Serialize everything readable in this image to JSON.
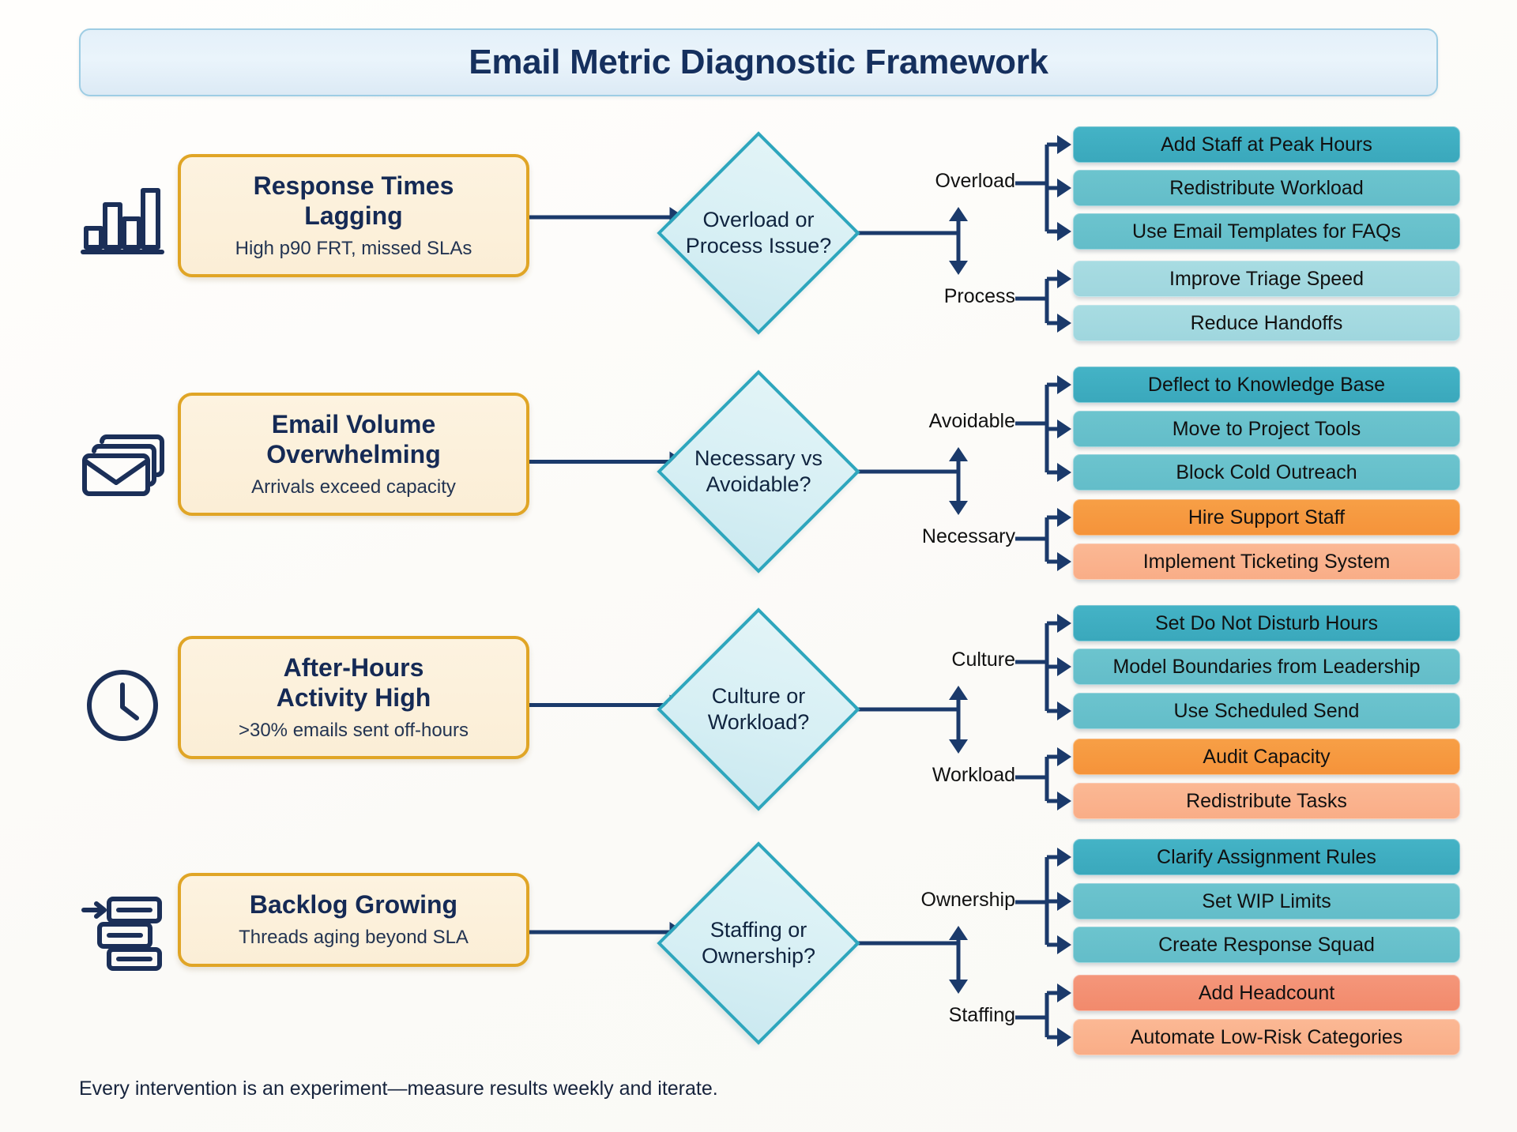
{
  "header": {
    "title": "Email Metric Diagnostic Framework"
  },
  "footer": {
    "note": "Every intervention is an experiment—measure results weekly and iterate."
  },
  "colors": {
    "title_bg": "#e4f0f9",
    "title_border": "#9ecde4",
    "title_text": "#15305e",
    "problem_bg": "#fdf3e0",
    "problem_border": "#e0a526",
    "problem_text": "#152a55",
    "diamond_bg": "#d6eff4",
    "diamond_border": "#2ea6bd",
    "connector": "#1b3a6b",
    "teal_dark": "#3aa8bc",
    "teal_mid": "#63bdc9",
    "teal_light": "#a8dce2",
    "orange_dark": "#f5933a",
    "orange_light": "#f9ad87",
    "orange_red": "#f28a6c",
    "icon_stroke": "#1b2f58"
  },
  "rows": [
    {
      "icon": "bar-chart-icon",
      "problem": {
        "title": "Response Times Lagging",
        "title_lines": [
          "Response Times",
          "Lagging"
        ],
        "subtitle": "High p90 FRT, missed SLAs"
      },
      "decision": {
        "text": "Overload or Process Issue?",
        "lines": [
          "Overload or",
          "Process Issue?"
        ]
      },
      "branches": [
        {
          "label": "Overload",
          "actions": [
            {
              "text": "Add Staff at Peak Hours",
              "color": "teal-dark"
            },
            {
              "text": "Redistribute Workload",
              "color": "teal-mid"
            },
            {
              "text": "Use Email Templates for FAQs",
              "color": "teal-mid"
            }
          ]
        },
        {
          "label": "Process",
          "actions": [
            {
              "text": "Improve Triage Speed",
              "color": "teal-light"
            },
            {
              "text": "Reduce Handoffs",
              "color": "teal-light"
            }
          ]
        }
      ]
    },
    {
      "icon": "stacked-envelopes-icon",
      "problem": {
        "title": "Email Volume Overwhelming",
        "title_lines": [
          "Email Volume",
          "Overwhelming"
        ],
        "subtitle": "Arrivals exceed capacity"
      },
      "decision": {
        "text": "Necessary vs Avoidable?",
        "lines": [
          "Necessary vs",
          "Avoidable?"
        ]
      },
      "branches": [
        {
          "label": "Avoidable",
          "actions": [
            {
              "text": "Deflect to Knowledge Base",
              "color": "teal-dark"
            },
            {
              "text": "Move to Project Tools",
              "color": "teal-mid"
            },
            {
              "text": "Block Cold Outreach",
              "color": "teal-mid"
            }
          ]
        },
        {
          "label": "Necessary",
          "actions": [
            {
              "text": "Hire Support Staff",
              "color": "orange-dark"
            },
            {
              "text": "Implement Ticketing System",
              "color": "orange-light"
            }
          ]
        }
      ]
    },
    {
      "icon": "clock-icon",
      "problem": {
        "title": "After-Hours Activity High",
        "title_lines": [
          "After-Hours",
          "Activity High"
        ],
        "subtitle": ">30% emails sent off-hours"
      },
      "decision": {
        "text": "Culture or Workload?",
        "lines": [
          "Culture or",
          "Workload?"
        ]
      },
      "branches": [
        {
          "label": "Culture",
          "actions": [
            {
              "text": "Set Do Not Disturb Hours",
              "color": "teal-dark"
            },
            {
              "text": "Model Boundaries from Leadership",
              "color": "teal-mid"
            },
            {
              "text": "Use Scheduled Send",
              "color": "teal-mid"
            }
          ]
        },
        {
          "label": "Workload",
          "actions": [
            {
              "text": "Audit Capacity",
              "color": "orange-dark"
            },
            {
              "text": "Redistribute Tasks",
              "color": "orange-light"
            }
          ]
        }
      ]
    },
    {
      "icon": "backlog-queue-icon",
      "problem": {
        "title": "Backlog Growing",
        "title_lines": [
          "Backlog Growing"
        ],
        "subtitle": "Threads aging beyond SLA"
      },
      "decision": {
        "text": "Staffing or Ownership?",
        "lines": [
          "Staffing or",
          "Ownership?"
        ]
      },
      "branches": [
        {
          "label": "Ownership",
          "actions": [
            {
              "text": "Clarify Assignment Rules",
              "color": "teal-dark"
            },
            {
              "text": "Set WIP Limits",
              "color": "teal-mid"
            },
            {
              "text": "Create Response Squad",
              "color": "teal-mid"
            }
          ]
        },
        {
          "label": "Staffing",
          "actions": [
            {
              "text": "Add Headcount",
              "color": "orange-red"
            },
            {
              "text": "Automate Low-Risk Categories",
              "color": "orange-light"
            }
          ]
        }
      ]
    }
  ]
}
